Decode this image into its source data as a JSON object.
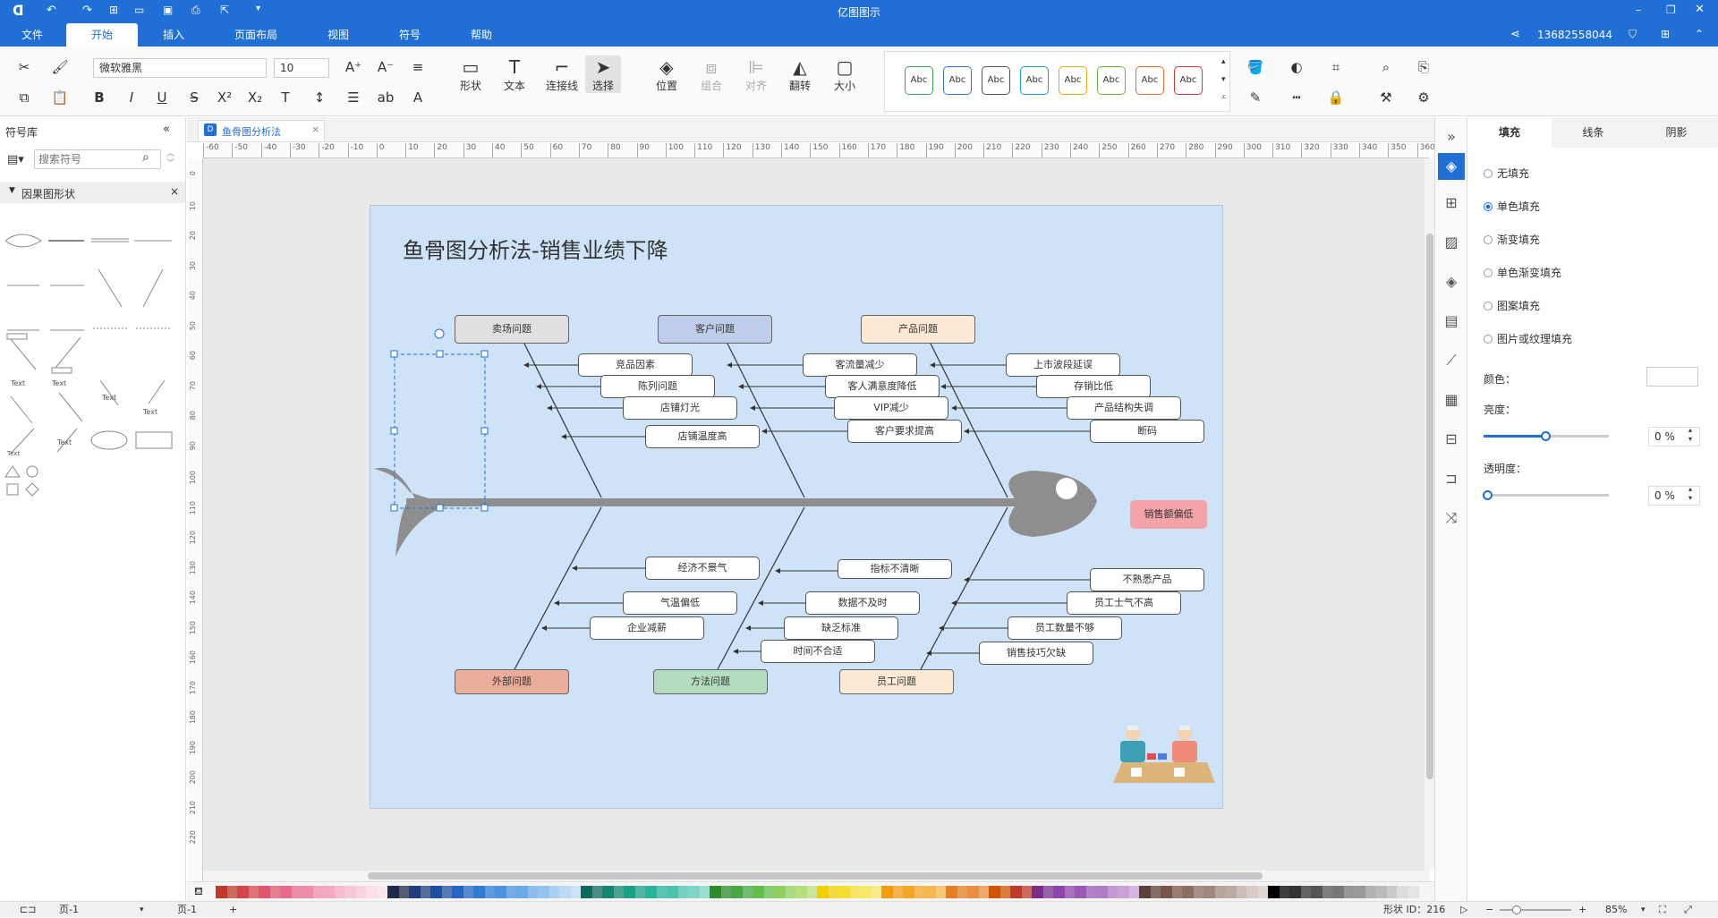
{
  "app": {
    "title": "亿图图示",
    "phone": "13682558044"
  },
  "menu": {
    "items": [
      "文件",
      "开始",
      "插入",
      "页面布局",
      "视图",
      "符号",
      "帮助"
    ],
    "active": "开始"
  },
  "ribbon": {
    "font_family": "微软雅黑",
    "font_size": "10",
    "tools": [
      {
        "label": "形状",
        "icon": "rectangle-icon"
      },
      {
        "label": "文本",
        "icon": "text-icon"
      },
      {
        "label": "连接线",
        "icon": "connector-icon"
      },
      {
        "label": "选择",
        "icon": "pointer-icon"
      },
      {
        "label": "位置",
        "icon": "layers-icon"
      },
      {
        "label": "组合",
        "icon": "group-icon"
      },
      {
        "label": "对齐",
        "icon": "align-icon"
      },
      {
        "label": "翻转",
        "icon": "flip-icon"
      },
      {
        "label": "大小",
        "icon": "size-icon"
      }
    ],
    "style_swatch_label": "Abc",
    "style_colors": [
      "#3aa655",
      "#2e7bcf",
      "#555555",
      "#1aa2c9",
      "#e6a817",
      "#6bb83a",
      "#e8703a",
      "#d9363e"
    ]
  },
  "left_panel": {
    "title": "符号库",
    "search_placeholder": "搜索符号",
    "category": "因果图形状",
    "shape_labels": [
      "Text",
      "Text",
      "Text",
      "Text",
      "Text",
      "Text"
    ]
  },
  "doc_tab": {
    "name": "鱼骨图分析法"
  },
  "ruler": {
    "h_ticks": [
      "-60",
      "-50",
      "-40",
      "-30",
      "-20",
      "-10",
      "0",
      "10",
      "20",
      "30",
      "40",
      "50",
      "60",
      "70",
      "80",
      "90",
      "100",
      "110",
      "120",
      "130",
      "140",
      "150",
      "160",
      "170",
      "180",
      "190",
      "200",
      "210",
      "220",
      "230",
      "240",
      "250",
      "260",
      "270",
      "280",
      "290",
      "300",
      "310",
      "320",
      "330",
      "340",
      "350",
      "360"
    ],
    "v_ticks": [
      "0",
      "10",
      "20",
      "30",
      "40",
      "50",
      "60",
      "70",
      "80",
      "90",
      "100",
      "110",
      "120",
      "130",
      "140",
      "150",
      "160",
      "170",
      "180",
      "190",
      "200",
      "210",
      "220"
    ]
  },
  "diagram": {
    "title": "鱼骨图分析法-销售业绩下降",
    "head": "销售额偏低",
    "categories_top": [
      {
        "label": "卖场问题",
        "color": "#e0e0e0"
      },
      {
        "label": "客户问题",
        "color": "#c0cdea"
      },
      {
        "label": "产品问题",
        "color": "#fbe9d3"
      }
    ],
    "categories_bottom": [
      {
        "label": "外部问题",
        "color": "#e9ad9a"
      },
      {
        "label": "方法问题",
        "color": "#b4dcc0"
      },
      {
        "label": "员工问题",
        "color": "#fbe9d3"
      }
    ],
    "causes": {
      "store": [
        "竞品因素",
        "陈列问题",
        "店铺灯光",
        "店铺温度高"
      ],
      "customer": [
        "客流量减少",
        "客人满意度降低",
        "VIP减少",
        "客户要求提高"
      ],
      "product": [
        "上市波段延误",
        "存销比低",
        "产品结构失调",
        "断码"
      ],
      "external": [
        "经济不景气",
        "气温偏低",
        "企业减薪"
      ],
      "method": [
        "指标不清晰",
        "数据不及时",
        "缺乏标准",
        "时间不合适"
      ],
      "staff": [
        "不熟悉产品",
        "员工士气不高",
        "员工数量不够",
        "销售技巧欠缺"
      ]
    }
  },
  "right_panel": {
    "tabs": [
      "填充",
      "线条",
      "阴影"
    ],
    "active_tab": "填充",
    "fill_options": [
      "无填充",
      "单色填充",
      "渐变填充",
      "单色渐变填充",
      "图案填充",
      "图片或纹理填充"
    ],
    "selected_fill": "单色填充",
    "color_label": "颜色：",
    "brightness_label": "亮度：",
    "brightness_value": "0 %",
    "brightness_level": 0.5,
    "transparency_label": "透明度：",
    "transparency_value": "0 %",
    "transparency_level": 0
  },
  "palette": [
    "#c0392b",
    "#d4454c",
    "#e05670",
    "#e86b8e",
    "#f08aa8",
    "#f5a8c0",
    "#f9c7d7",
    "#fbe0e9",
    "#1c2b4a",
    "#1e3d7a",
    "#1f4fa0",
    "#2563c4",
    "#2e7bd6",
    "#4a93e0",
    "#6aaae8",
    "#93c3ef",
    "#bcdaf5",
    "#0e6b5c",
    "#13876f",
    "#1aa287",
    "#28b49a",
    "#4ac3ad",
    "#80d6c4",
    "#2e8b2e",
    "#45a845",
    "#62bf4a",
    "#8fd15c",
    "#b7e07a",
    "#f0d000",
    "#f5dd30",
    "#f8e866",
    "#f39c12",
    "#f5a623",
    "#f7b84b",
    "#e67e22",
    "#eb8f3e",
    "#d35400",
    "#c0392b",
    "#7b2c8a",
    "#8e44ad",
    "#9b59b6",
    "#b07cc6",
    "#c9a2d8",
    "#5d4037",
    "#795548",
    "#8d6e63",
    "#a1887f",
    "#bcaaa4",
    "#d7ccc8",
    "#000000",
    "#333333",
    "#555555",
    "#777777",
    "#999999",
    "#bbbbbb",
    "#dddddd"
  ],
  "status": {
    "page_list": "页-1",
    "page_tab": "页-1",
    "shape_id": "形状 ID：216",
    "zoom": "85%"
  }
}
